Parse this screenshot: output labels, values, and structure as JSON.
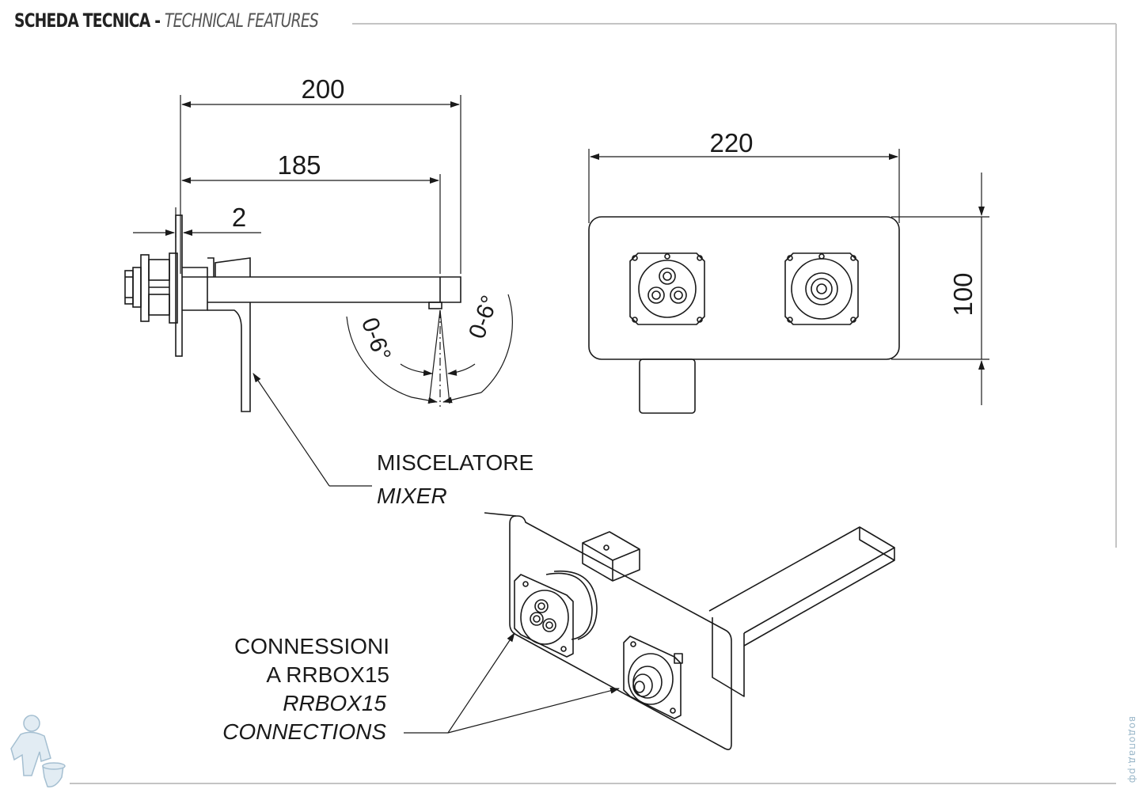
{
  "header": {
    "title": "SCHEDA TECNICA",
    "separator": " - ",
    "subtitle": "TECHNICAL FEATURES"
  },
  "dimensions": {
    "total_length": "200",
    "spout_length": "185",
    "plate_thickness": "2",
    "plate_width": "220",
    "plate_height": "100",
    "tilt_left": "0-6°",
    "tilt_right": "0-6°"
  },
  "labels": {
    "mixer_it": "MISCELATORE",
    "mixer_en": "MIXER",
    "connections_it_1": "CONNESSIONI",
    "connections_it_2": "A RRBOX15",
    "connections_en_1": "RRBOX15",
    "connections_en_2": "CONNECTIONS"
  },
  "watermark": "водопад.рф",
  "colors": {
    "line": "#1a1a1a",
    "frame": "#bdbdbd",
    "logo": "#9ab7c9"
  },
  "icons": {
    "logo": "plumber-mascot-icon"
  }
}
